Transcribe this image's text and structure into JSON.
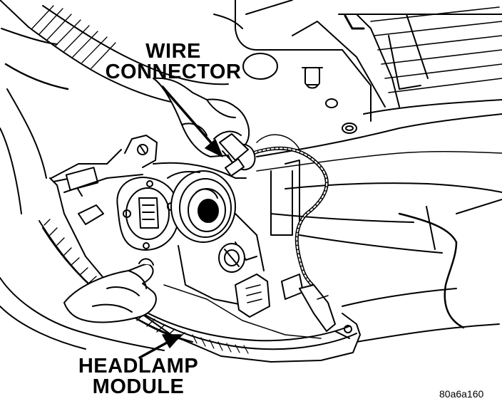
{
  "labels": {
    "wire_connector": {
      "line1": "WIRE",
      "line2": "CONNECTOR"
    },
    "headlamp_module": {
      "line1": "HEADLAMP",
      "line2": "MODULE"
    }
  },
  "figure_code": "80a6a160",
  "colors": {
    "ink": "#000000",
    "paper": "#ffffff"
  }
}
